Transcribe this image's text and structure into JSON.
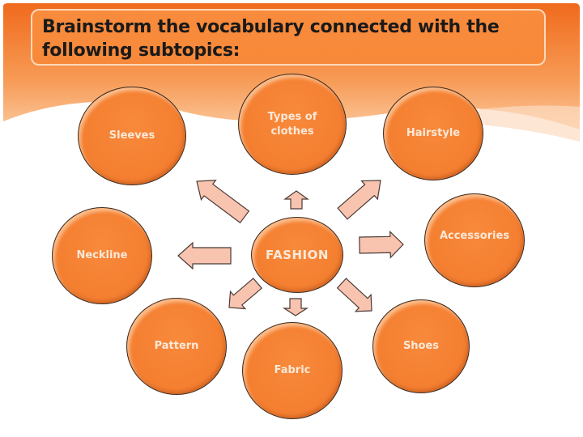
{
  "title": "Brainstorm the vocabulary connected with the following subtopics:",
  "center": {
    "label": "FASHION"
  },
  "subtopics": [
    {
      "label": "Sleeves"
    },
    {
      "label": "Types of clothes"
    },
    {
      "label": "Hairstyle"
    },
    {
      "label": "Accessories"
    },
    {
      "label": "Shoes"
    },
    {
      "label": "Fabric"
    },
    {
      "label": "Pattern"
    },
    {
      "label": "Neckline"
    }
  ],
  "colors": {
    "node": "#f47e30",
    "arrow": "#f8c4b0",
    "banner": "#f7893a"
  }
}
